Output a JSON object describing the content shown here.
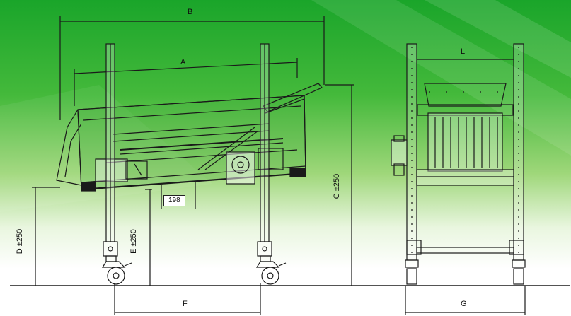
{
  "dimensions": {
    "B": "B",
    "A": "A",
    "L": "L",
    "C": "C ±250",
    "D": "D ±250",
    "E": "E ±250",
    "F": "F",
    "G": "G",
    "offset": "198"
  },
  "colors": {
    "background_top": "#1aa52a",
    "background_bottom": "#ffffff",
    "line": "#1a1a1a"
  }
}
